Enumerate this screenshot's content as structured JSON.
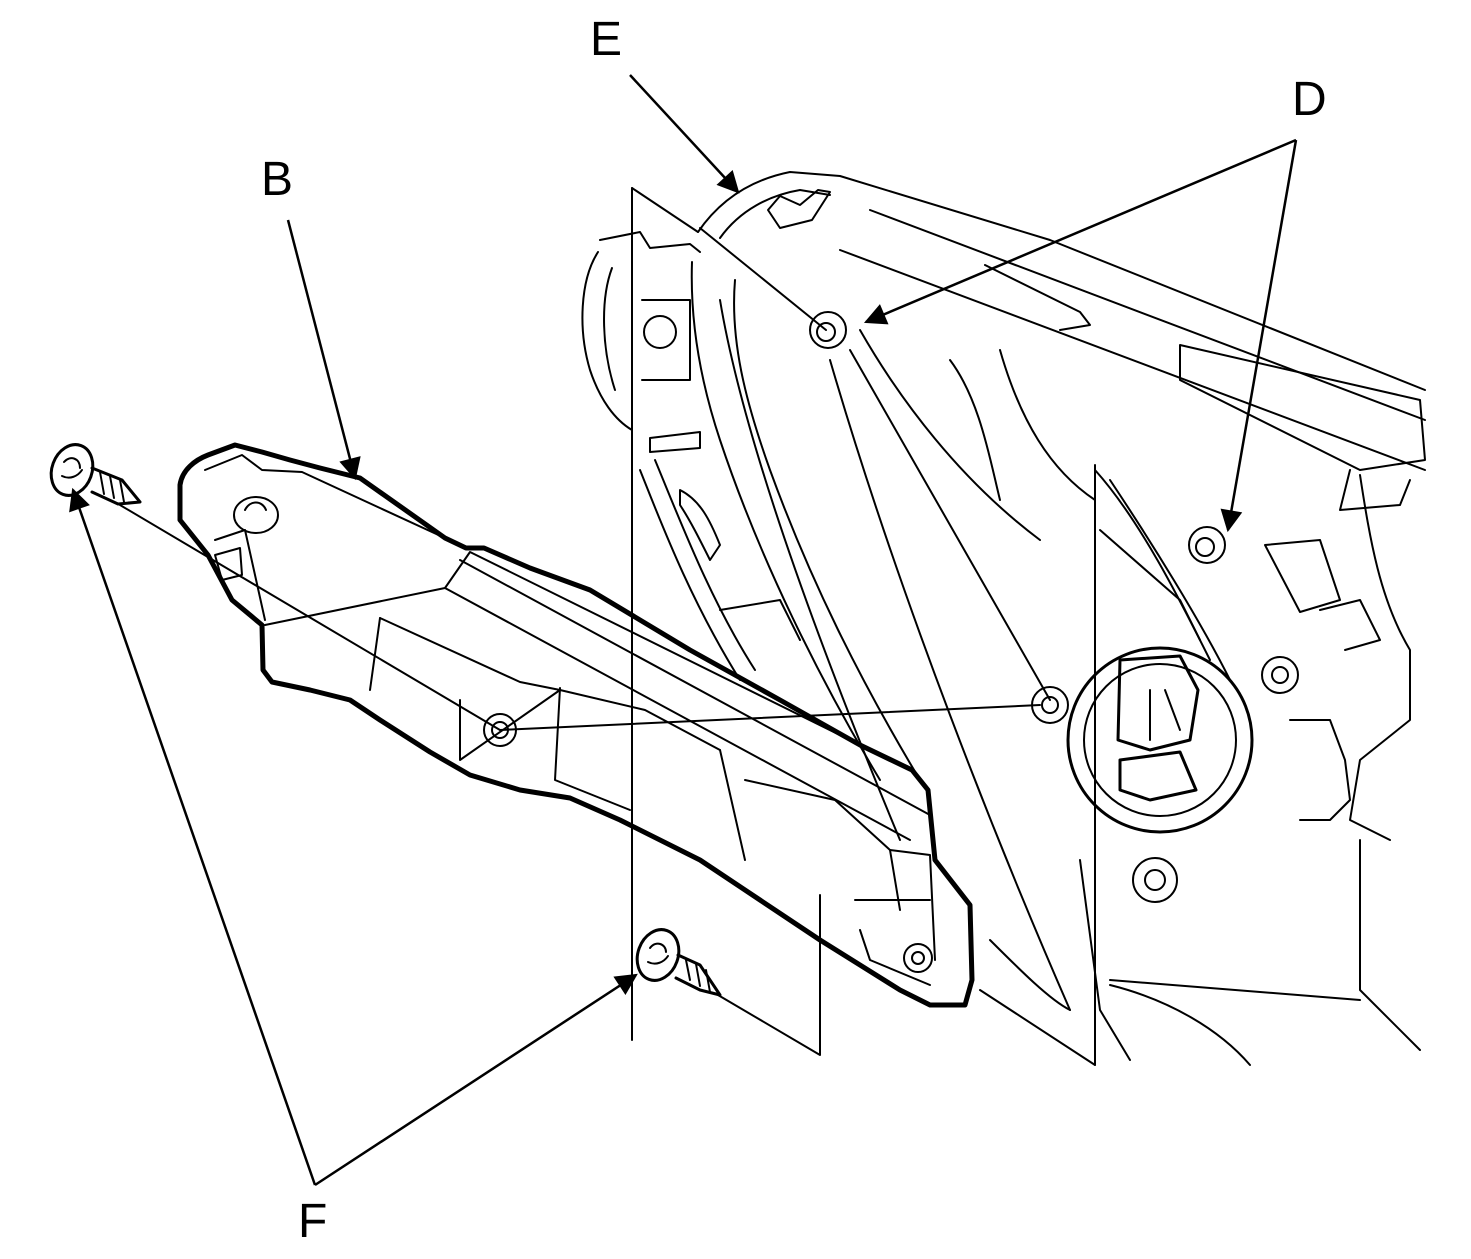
{
  "callouts": {
    "b": "B",
    "d": "D",
    "e": "E",
    "f": "F"
  },
  "colors": {
    "ink": "#000000",
    "background": "#ffffff"
  }
}
